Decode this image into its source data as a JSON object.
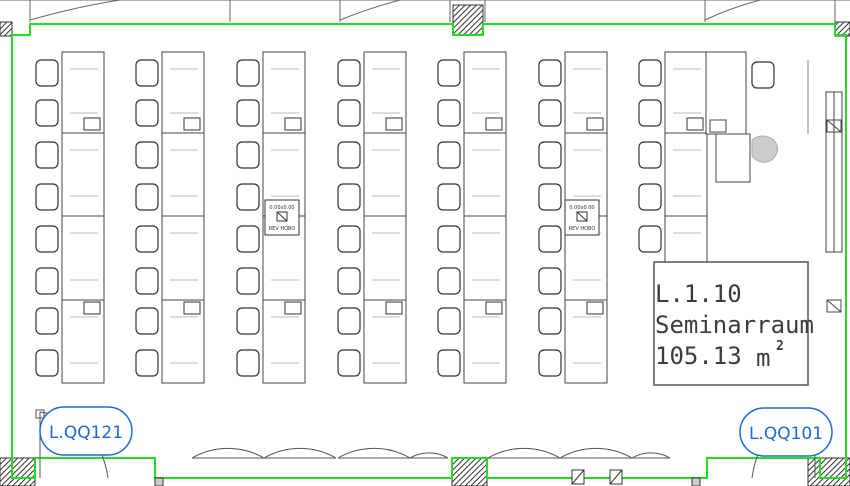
{
  "room": {
    "number": "L.1.10",
    "name": "Seminarraum",
    "area": "105.13",
    "unit": "m",
    "unit_exponent": "2"
  },
  "door_tags": {
    "left": "L.QQ121",
    "right": "L.QQ101"
  },
  "outlet": {
    "line1": "0.00x0.00",
    "line2": "REV HOBO"
  },
  "colors": {
    "wall": "#22dd22",
    "tag": "#1e6ad0",
    "line": "#444444",
    "column": "#555555"
  }
}
